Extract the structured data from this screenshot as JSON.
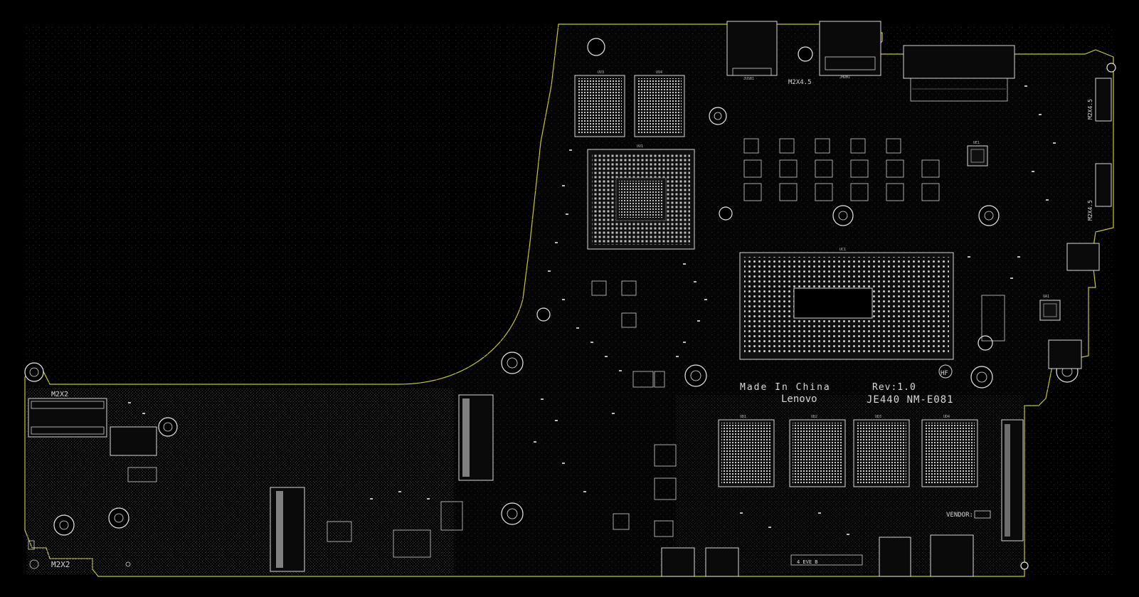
{
  "board": {
    "made_in": "Made In China",
    "revision": "Rev:1.0",
    "brand": "Lenovo",
    "model": "JE440 NM-E081",
    "cert_mark": "HF",
    "vendor": "VENDOR:"
  },
  "labels": {
    "m2x2_top_left": "M2X2",
    "m2x2_bottom_left": "M2X2",
    "m2x45_top": "M2X4.5",
    "m2x45_right_top": "M2X4.5",
    "m2x45_right_mid": "M2X4.5",
    "board_code": "4_EVE_B"
  },
  "refdes": {
    "cpu": "UC1",
    "gpu": "UV1",
    "vram": [
      "UV3",
      "UV4"
    ],
    "dram": [
      "UD1",
      "UD2",
      "UD3",
      "UD4"
    ],
    "ec": "UE1",
    "audio": "UA1"
  },
  "colors": {
    "background": "#000000",
    "outline": "#c8c832",
    "silkscreen": "#d8d8d8"
  }
}
